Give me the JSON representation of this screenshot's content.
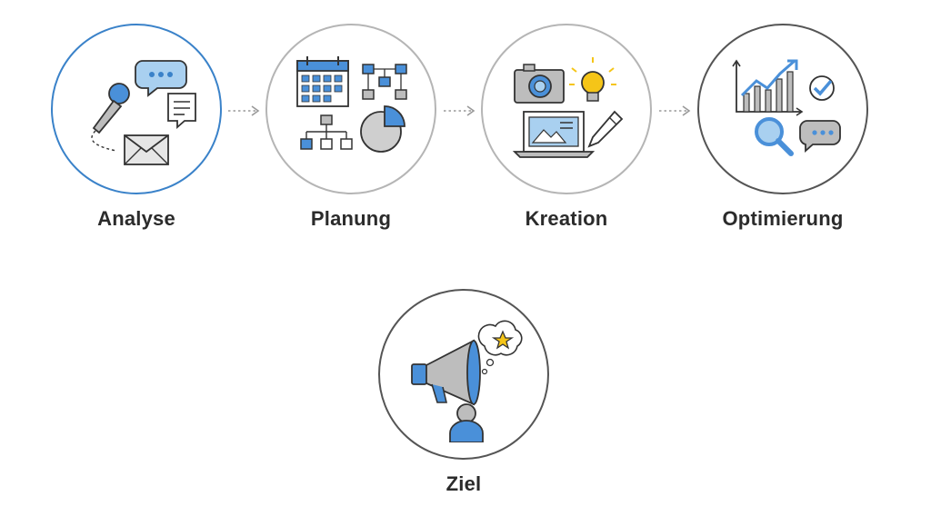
{
  "colors": {
    "active_ring": "#3a82c9",
    "ring": "#b5b5b5",
    "ring_dark": "#555555",
    "icon_blue": "#4a90d9",
    "icon_line": "#333333",
    "bulb_yellow": "#f5c518",
    "label": "#2b2b2b"
  },
  "steps": [
    {
      "label": "Analyse",
      "icon": "microphone-chat-mail-icon",
      "state": "active"
    },
    {
      "label": "Planung",
      "icon": "calendar-flowchart-pie-icon",
      "state": "normal"
    },
    {
      "label": "Kreation",
      "icon": "camera-bulb-laptop-pencil-icon",
      "state": "normal"
    },
    {
      "label": "Optimierung",
      "icon": "chart-magnifier-check-icon",
      "state": "dark"
    }
  ],
  "goal": {
    "label": "Ziel",
    "icon": "megaphone-person-star-icon",
    "state": "dark"
  }
}
